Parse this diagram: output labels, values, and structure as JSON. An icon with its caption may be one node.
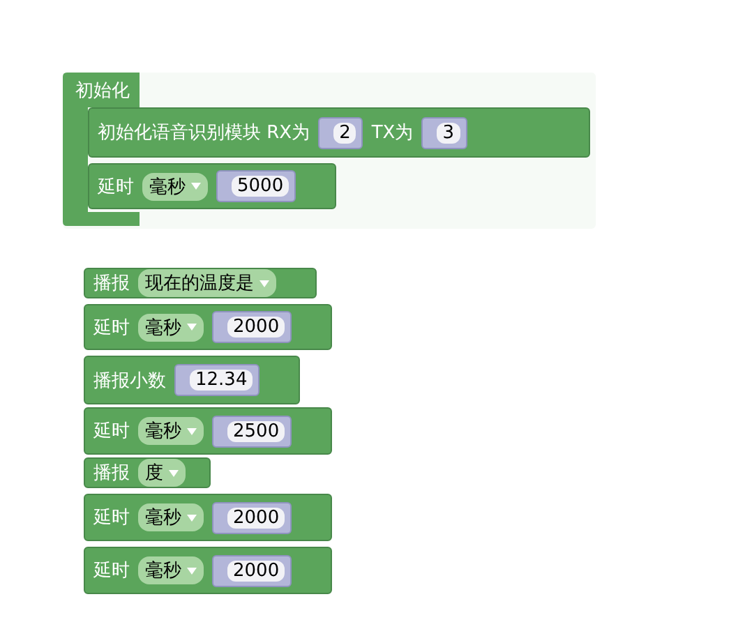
{
  "diagram": {
    "nodes": [
      {
        "text": [
          "初始化"
        ]
      },
      {
        "text": [
          "初始化语音识别模块 RX为",
          "2",
          "TX为",
          "3"
        ],
        "in": 0
      },
      {
        "text": [
          "延时",
          "毫秒",
          "5000"
        ],
        "in": 0
      },
      {
        "text": [
          "播报",
          "现在的温度是"
        ]
      },
      {
        "text": [
          "延时",
          "毫秒",
          "2000"
        ]
      },
      {
        "text": [
          "播报小数",
          "12.34"
        ]
      },
      {
        "text": [
          "延时",
          "毫秒",
          "2500"
        ]
      },
      {
        "text": [
          "播报",
          "度"
        ]
      },
      {
        "text": [
          "延时",
          "毫秒",
          "2000"
        ]
      },
      {
        "text": [
          "延时",
          "毫秒",
          "2000"
        ]
      }
    ]
  }
}
